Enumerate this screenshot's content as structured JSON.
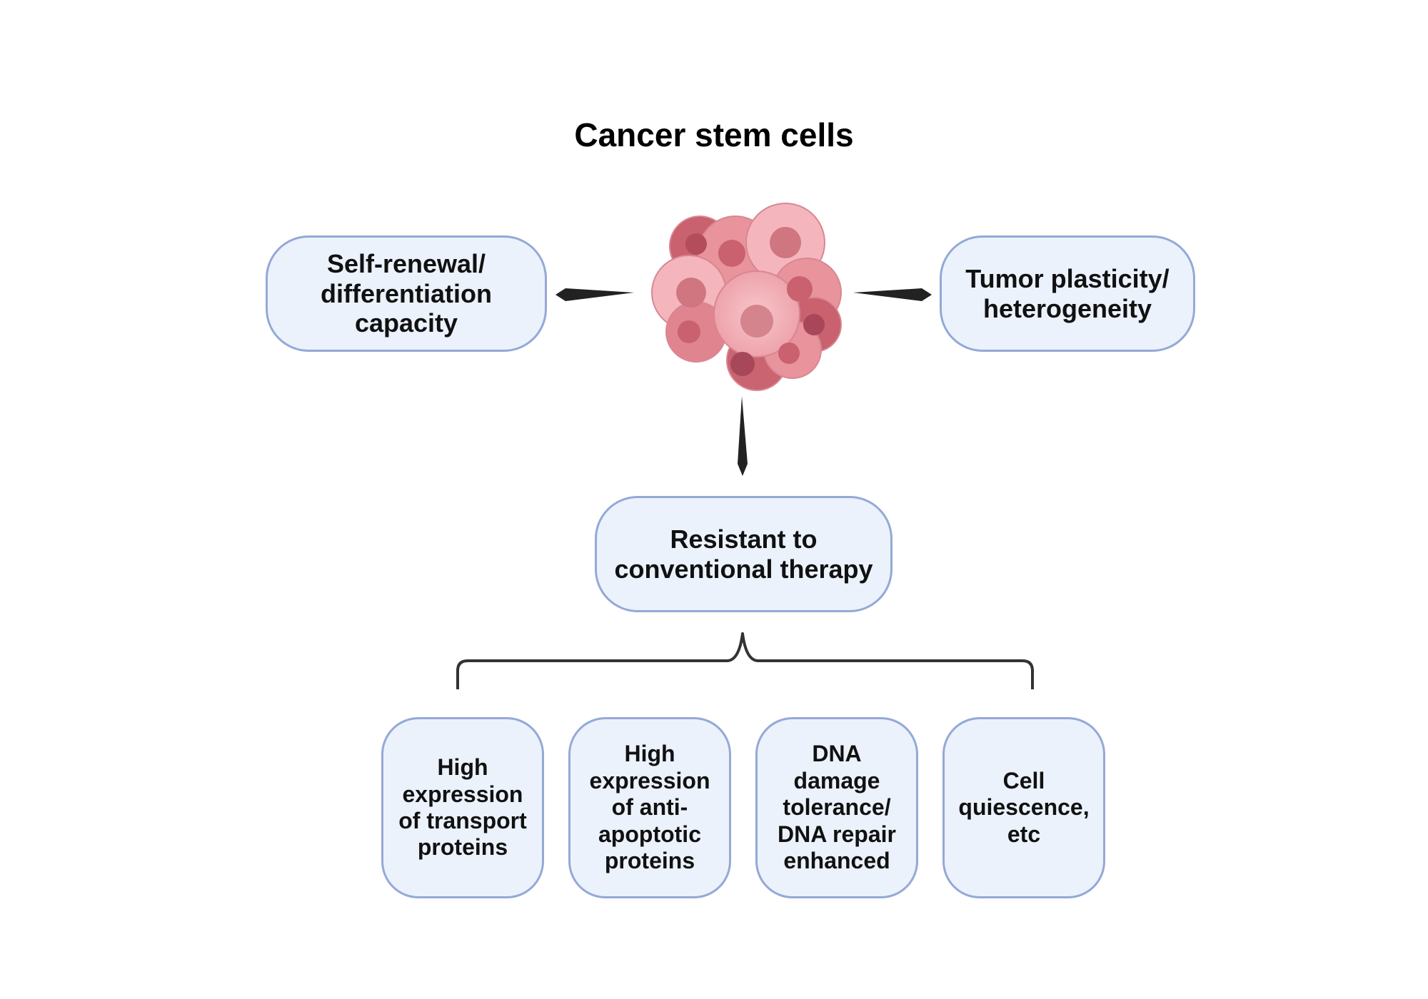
{
  "title": "Cancer stem cells",
  "center_illustration": "tumor-cell-cluster",
  "properties": {
    "left": "Self-renewal/\ndifferentiation\ncapacity",
    "right": "Tumor plasticity/\nheterogeneity",
    "bottom": "Resistant to\nconventional therapy"
  },
  "mechanisms": [
    "High\nexpression\nof transport\nproteins",
    "High\nexpression\nof anti-\napoptotic\nproteins",
    "DNA\ndamage\ntolerance/\nDNA repair\nenhanced",
    "Cell\nquiescence,\netc"
  ],
  "colors": {
    "box_fill": "#ebf2fc",
    "box_border": "#94a9d6",
    "arrow": "#222222",
    "cell_light": "#f4b6bc",
    "cell_mid": "#e9939c",
    "cell_dark": "#c9616f"
  }
}
